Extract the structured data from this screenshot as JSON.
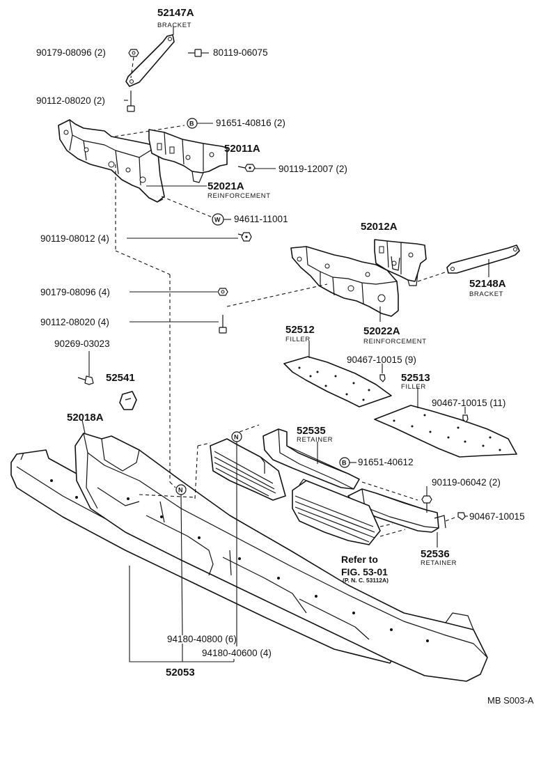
{
  "diagram_code": "MB S003-A",
  "parts": {
    "p52147A": {
      "number": "52147A",
      "name": "BRACKET"
    },
    "p90179_1": {
      "number": "90179-08096 (2)"
    },
    "p80119": {
      "number": "80119-06075"
    },
    "p90112_1": {
      "number": "90112-08020 (2)"
    },
    "p91651_816": {
      "number": "91651-40816 (2)",
      "mark": "B"
    },
    "p52011A": {
      "number": "52011A"
    },
    "p90119_12007": {
      "number": "90119-12007 (2)"
    },
    "p52021A": {
      "number": "52021A",
      "name": "REINFORCEMENT"
    },
    "p94611": {
      "number": "94611-11001",
      "mark": "W"
    },
    "p90119_08012": {
      "number": "90119-08012 (4)"
    },
    "p52012A": {
      "number": "52012A"
    },
    "p52148A": {
      "number": "52148A",
      "name": "BRACKET"
    },
    "p90179_4": {
      "number": "90179-08096 (4)"
    },
    "p90112_4": {
      "number": "90112-08020 (4)"
    },
    "p52022A": {
      "number": "52022A",
      "name": "REINFORCEMENT"
    },
    "p52512": {
      "number": "52512",
      "name": "FILLER"
    },
    "p90269": {
      "number": "90269-03023"
    },
    "p90467_9": {
      "number": "90467-10015 (9)"
    },
    "p52541": {
      "number": "52541"
    },
    "p52513": {
      "number": "52513",
      "name": "FILLER"
    },
    "p90467_11": {
      "number": "90467-10015 (11)"
    },
    "p52018A": {
      "number": "52018A"
    },
    "p52535": {
      "number": "52535",
      "name": "RETAINER"
    },
    "p91651_612": {
      "number": "91651-40612",
      "mark": "B"
    },
    "p90119_06042": {
      "number": "90119-06042 (2)"
    },
    "p90467_single": {
      "number": "90467-10015"
    },
    "p52536": {
      "number": "52536",
      "name": "RETAINER"
    },
    "p94180_800": {
      "number": "94180-40800 (6)"
    },
    "p94180_600": {
      "number": "94180-40600 (4)"
    },
    "p52053": {
      "number": "52053"
    }
  },
  "markers": {
    "n1": "N",
    "n2": "N"
  },
  "reference": {
    "line1": "Refer to",
    "line2": "FIG. 53-01",
    "line3": "(P. N. C. 53112A)"
  }
}
